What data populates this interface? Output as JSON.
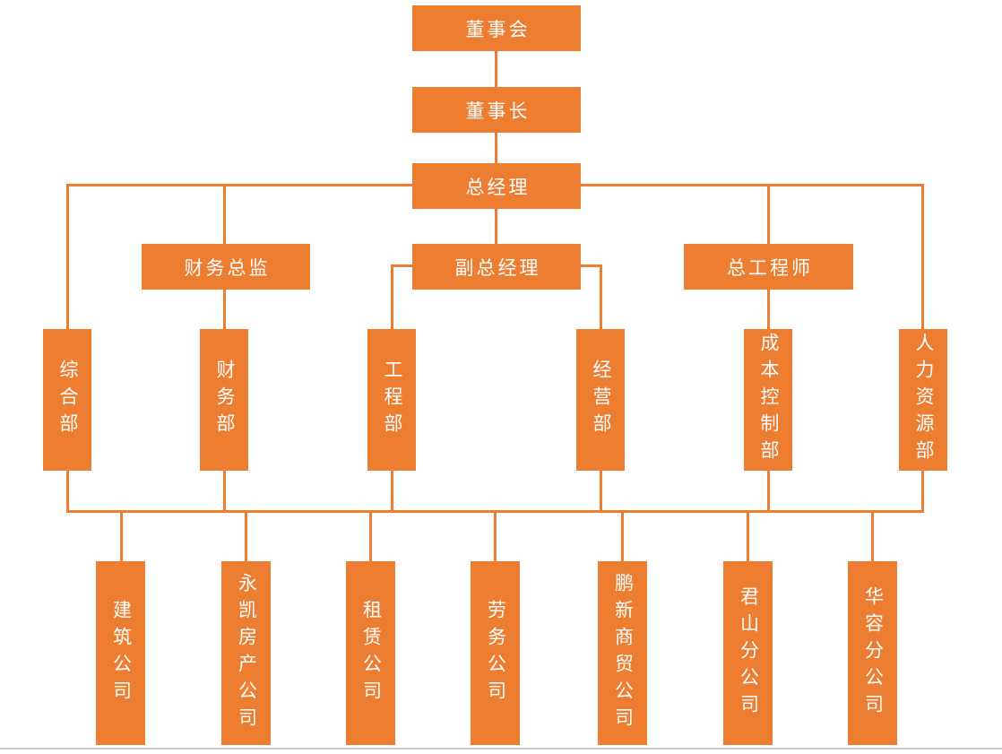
{
  "org": {
    "board": {
      "label": "董事会"
    },
    "chairman": {
      "label": "董事长"
    },
    "general_manager": {
      "label": "总经理"
    },
    "executives": [
      {
        "label": "财务总监"
      },
      {
        "label": "副总经理"
      },
      {
        "label": "总工程师"
      }
    ],
    "departments": [
      {
        "label": "综合部"
      },
      {
        "label": "财务部"
      },
      {
        "label": "工程部"
      },
      {
        "label": "经营部"
      },
      {
        "label": "成本控制部"
      },
      {
        "label": "人力资源部"
      }
    ],
    "companies": [
      {
        "label": "建筑公司"
      },
      {
        "label": "永凯房产公司"
      },
      {
        "label": "租赁公司"
      },
      {
        "label": "劳务公司"
      },
      {
        "label": "鹏新商贸公司"
      },
      {
        "label": "君山分公司"
      },
      {
        "label": "华容分公司"
      }
    ]
  },
  "colors": {
    "box": "#ED7D31",
    "line": "#ED7D31",
    "text": "#FFFFFF",
    "divider": "#C8CBCE"
  }
}
